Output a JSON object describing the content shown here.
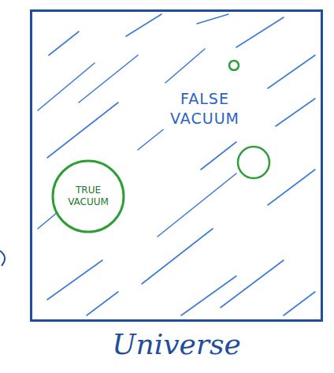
{
  "diagram": {
    "nodes": [
      {
        "text": [
          "FALSE VACUUM",
          "Universe"
        ]
      },
      {
        "text": [
          "TRUE VACUUM"
        ],
        "in": 0
      }
    ]
  }
}
